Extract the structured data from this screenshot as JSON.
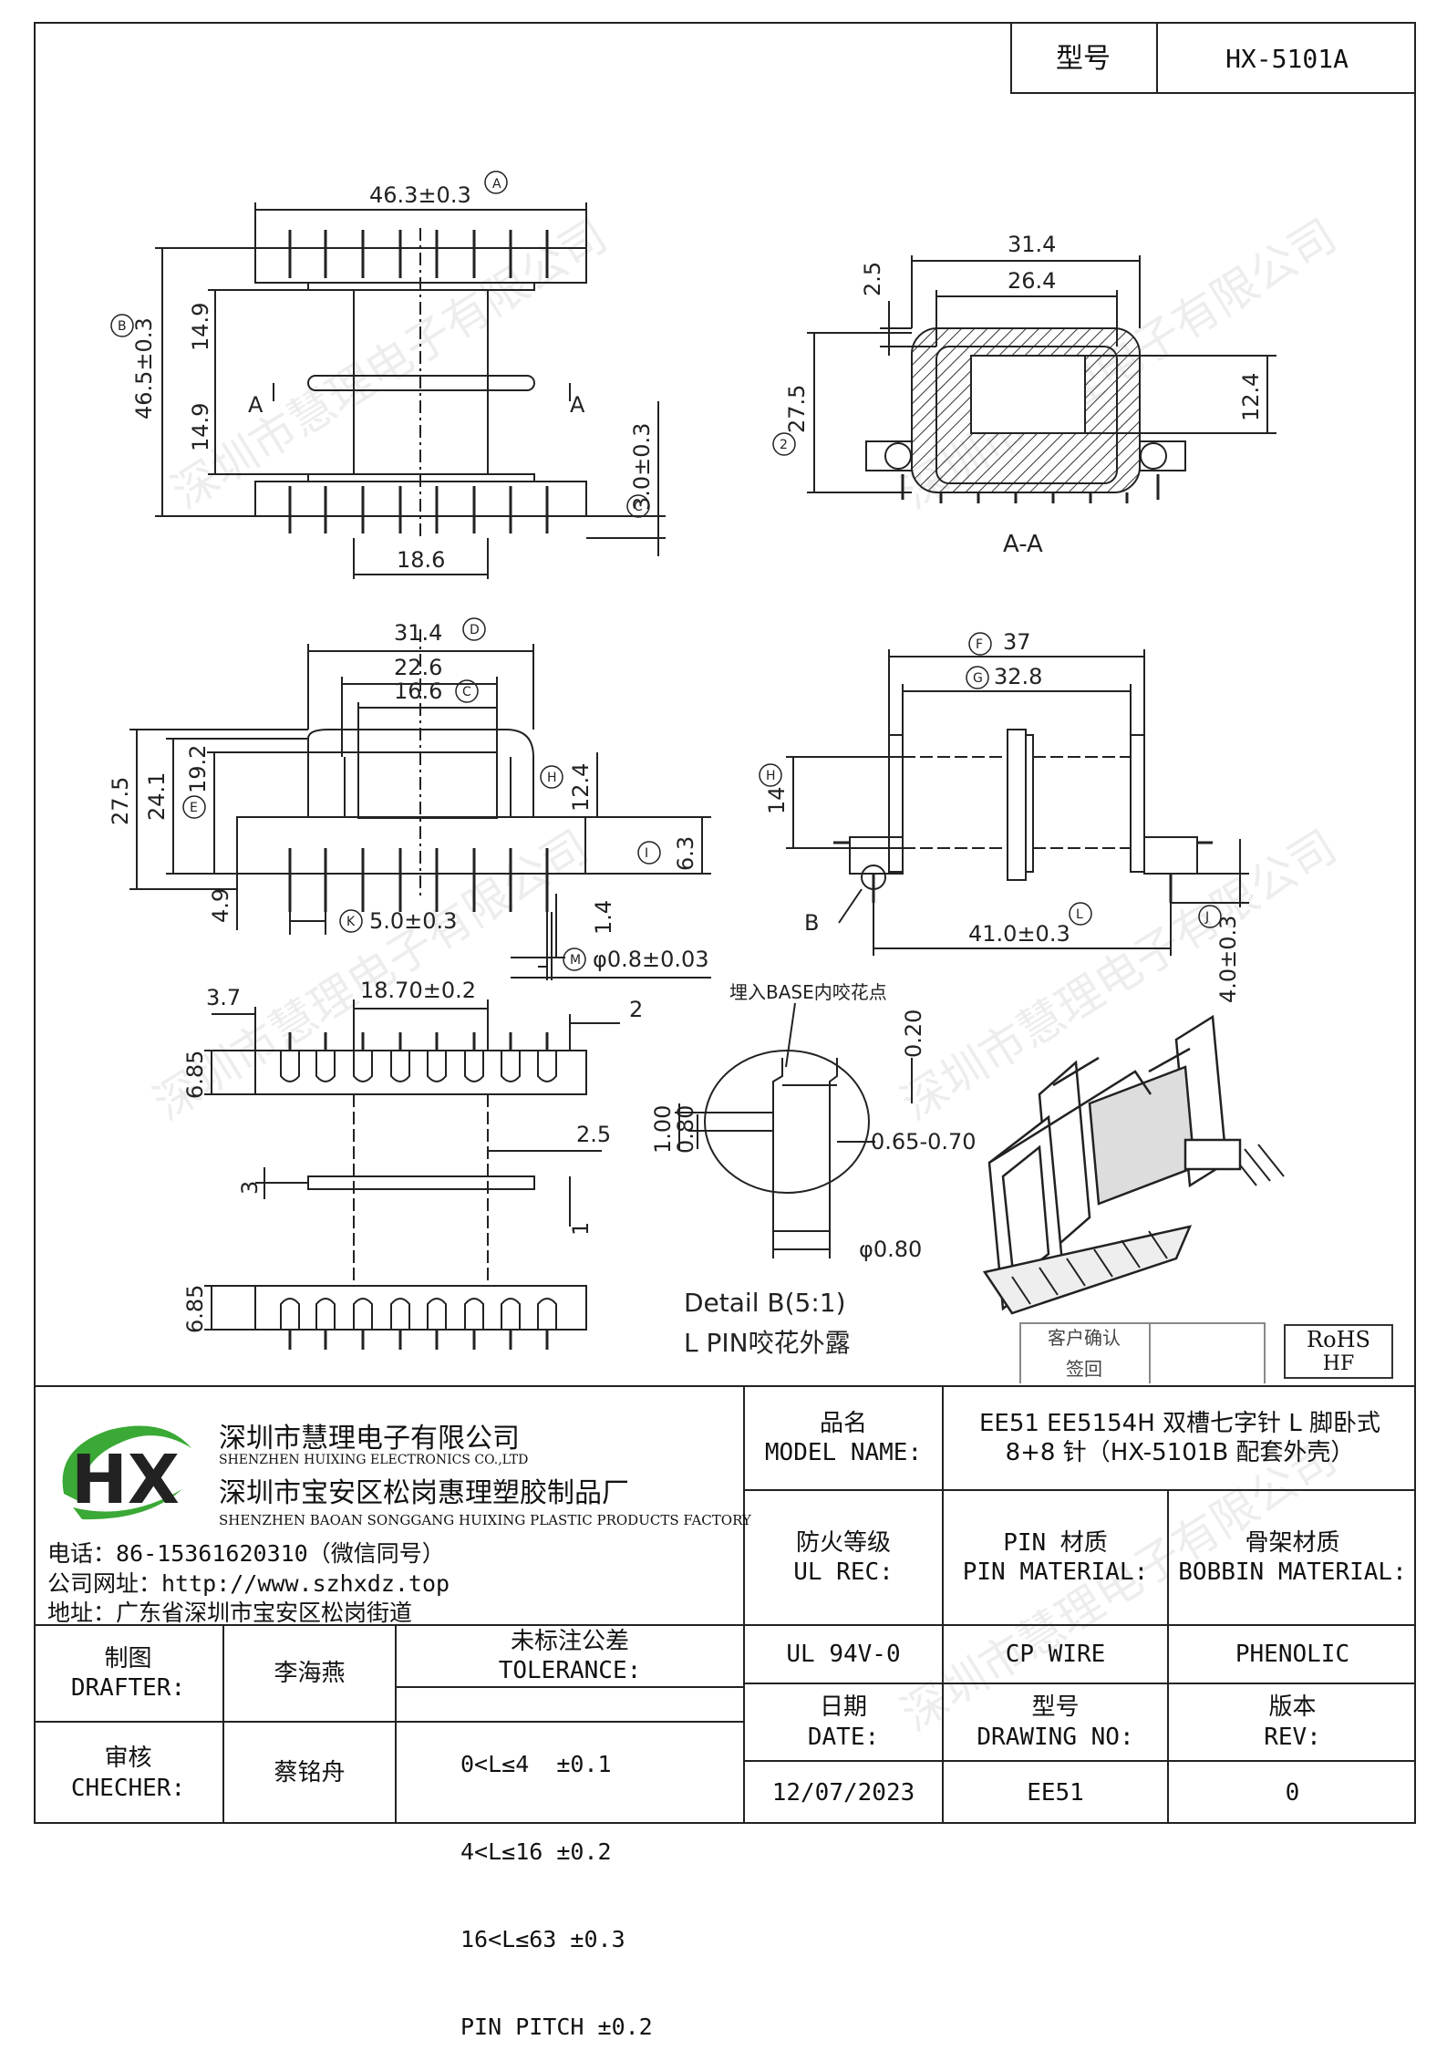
{
  "title_block": {
    "model_label": "型号",
    "model_value": "HX-5101A",
    "product_name_cn": "品名",
    "product_name_en": "MODEL NAME:",
    "product_desc_line1": "EE51 EE5154H 双槽七字针 L 脚卧式",
    "product_desc_line2": "8+8 针（HX-5101B 配套外壳）",
    "ul_cn": "防火等级",
    "ul_en": "UL REC:",
    "ul_value": "UL 94V-0",
    "pin_cn": "PIN 材质",
    "pin_en": "PIN MATERIAL:",
    "pin_value": "CP WIRE",
    "bobbin_cn": "骨架材质",
    "bobbin_en": "BOBBIN MATERIAL:",
    "bobbin_value": "PHENOLIC",
    "date_cn": "日期",
    "date_en": "DATE:",
    "date_value": "12/07/2023",
    "drawing_cn": "型号",
    "drawing_en": "DRAWING NO:",
    "drawing_value": "EE51",
    "rev_cn": "版本",
    "rev_en": "REV:",
    "rev_value": "0",
    "drafter_cn": "制图",
    "drafter_en": "DRAFTER:",
    "drafter_name": "李海燕",
    "checker_cn": "审核",
    "checker_en": "CHECHER:",
    "checker_name": "蔡铭舟",
    "tolerance_cn": "未标注公差",
    "tolerance_en": "TOLERANCE:",
    "tolerances": [
      "0<L≤4  ±0.1",
      "4<L≤16 ±0.2",
      "16<L≤63 ±0.3",
      "PIN PITCH ±0.2"
    ]
  },
  "company": {
    "logo_letters": "HX",
    "name1_cn": "深圳市慧理电子有限公司",
    "name1_en": "SHENZHEN HUIXING ELECTRONICS CO.,LTD",
    "name2_cn": "深圳市宝安区松岗惠理塑胶制品厂",
    "name2_en": "SHENZHEN BAOAN SONGGANG HUIXING PLASTIC PRODUCTS FACTORY",
    "phone": "电话：86-15361620310（微信同号）",
    "website": "公司网址：http://www.szhxdz.top",
    "address": "地址：广东省深圳市宝安区松岗街道",
    "watermark": "深圳市慧理电子有限公司",
    "logo_green": "#3aa935",
    "logo_yellow": "#f0c419"
  },
  "stamps": {
    "customer_line1": "客户确认",
    "customer_line2": "签回",
    "rohs": "RoHS",
    "hf": "HF"
  },
  "drawing": {
    "top_view": {
      "a_width": "46.3±0.3",
      "a_tag": "A",
      "b_height": "46.5±0.3",
      "b_tag": "B",
      "slot_upper": "14.9",
      "slot_lower": "14.9",
      "section_left": "A",
      "section_right": "A",
      "c_dim": "3.0±0.3",
      "c_tag": "C",
      "bottom_width": "18.6"
    },
    "section_view": {
      "w1": "31.4",
      "w2": "26.4",
      "t": "2.5",
      "h": "27.5",
      "h_tag": "2",
      "window": "12.4",
      "label": "A-A"
    },
    "front_view": {
      "d_width": "31.4",
      "d_tag": "D",
      "inner": "22.6",
      "c_width": "16.6",
      "c_tag": "C",
      "h1": "27.5",
      "h2": "24.1",
      "e_dim": "19.2",
      "e_tag": "E",
      "h_dim": "12.4",
      "h_tag": "H",
      "i_dim": "6.3",
      "i_tag": "I",
      "pin_len": "4.9",
      "k_pitch": "5.0±0.3",
      "k_tag": "K",
      "pin_h": "1.4",
      "m_dia": "φ0.8±0.03",
      "m_tag": "M"
    },
    "side_view": {
      "f_width": "37",
      "f_tag": "F",
      "g_width": "32.8",
      "g_tag": "G",
      "h_dim": "14",
      "h_tag": "H",
      "detail_b": "B",
      "l_dim": "41.0±0.3",
      "l_tag": "L",
      "j_dim": "4.0±0.3",
      "j_tag": "J"
    },
    "bottom_view": {
      "d1": "3.7",
      "span": "18.70±0.2",
      "d2": "2",
      "h1": "6.85",
      "d3": "2.5",
      "d4": "3",
      "d5": "1",
      "h2": "6.85"
    },
    "detail": {
      "note": "埋入BASE内咬花点",
      "d020": "0.20",
      "d100": "1.00",
      "d080": "0.80",
      "range": "0.65-0.70",
      "dia": "φ0.80",
      "title": "Detail  B(5:1)",
      "subtitle": "L PIN咬花外露"
    }
  }
}
